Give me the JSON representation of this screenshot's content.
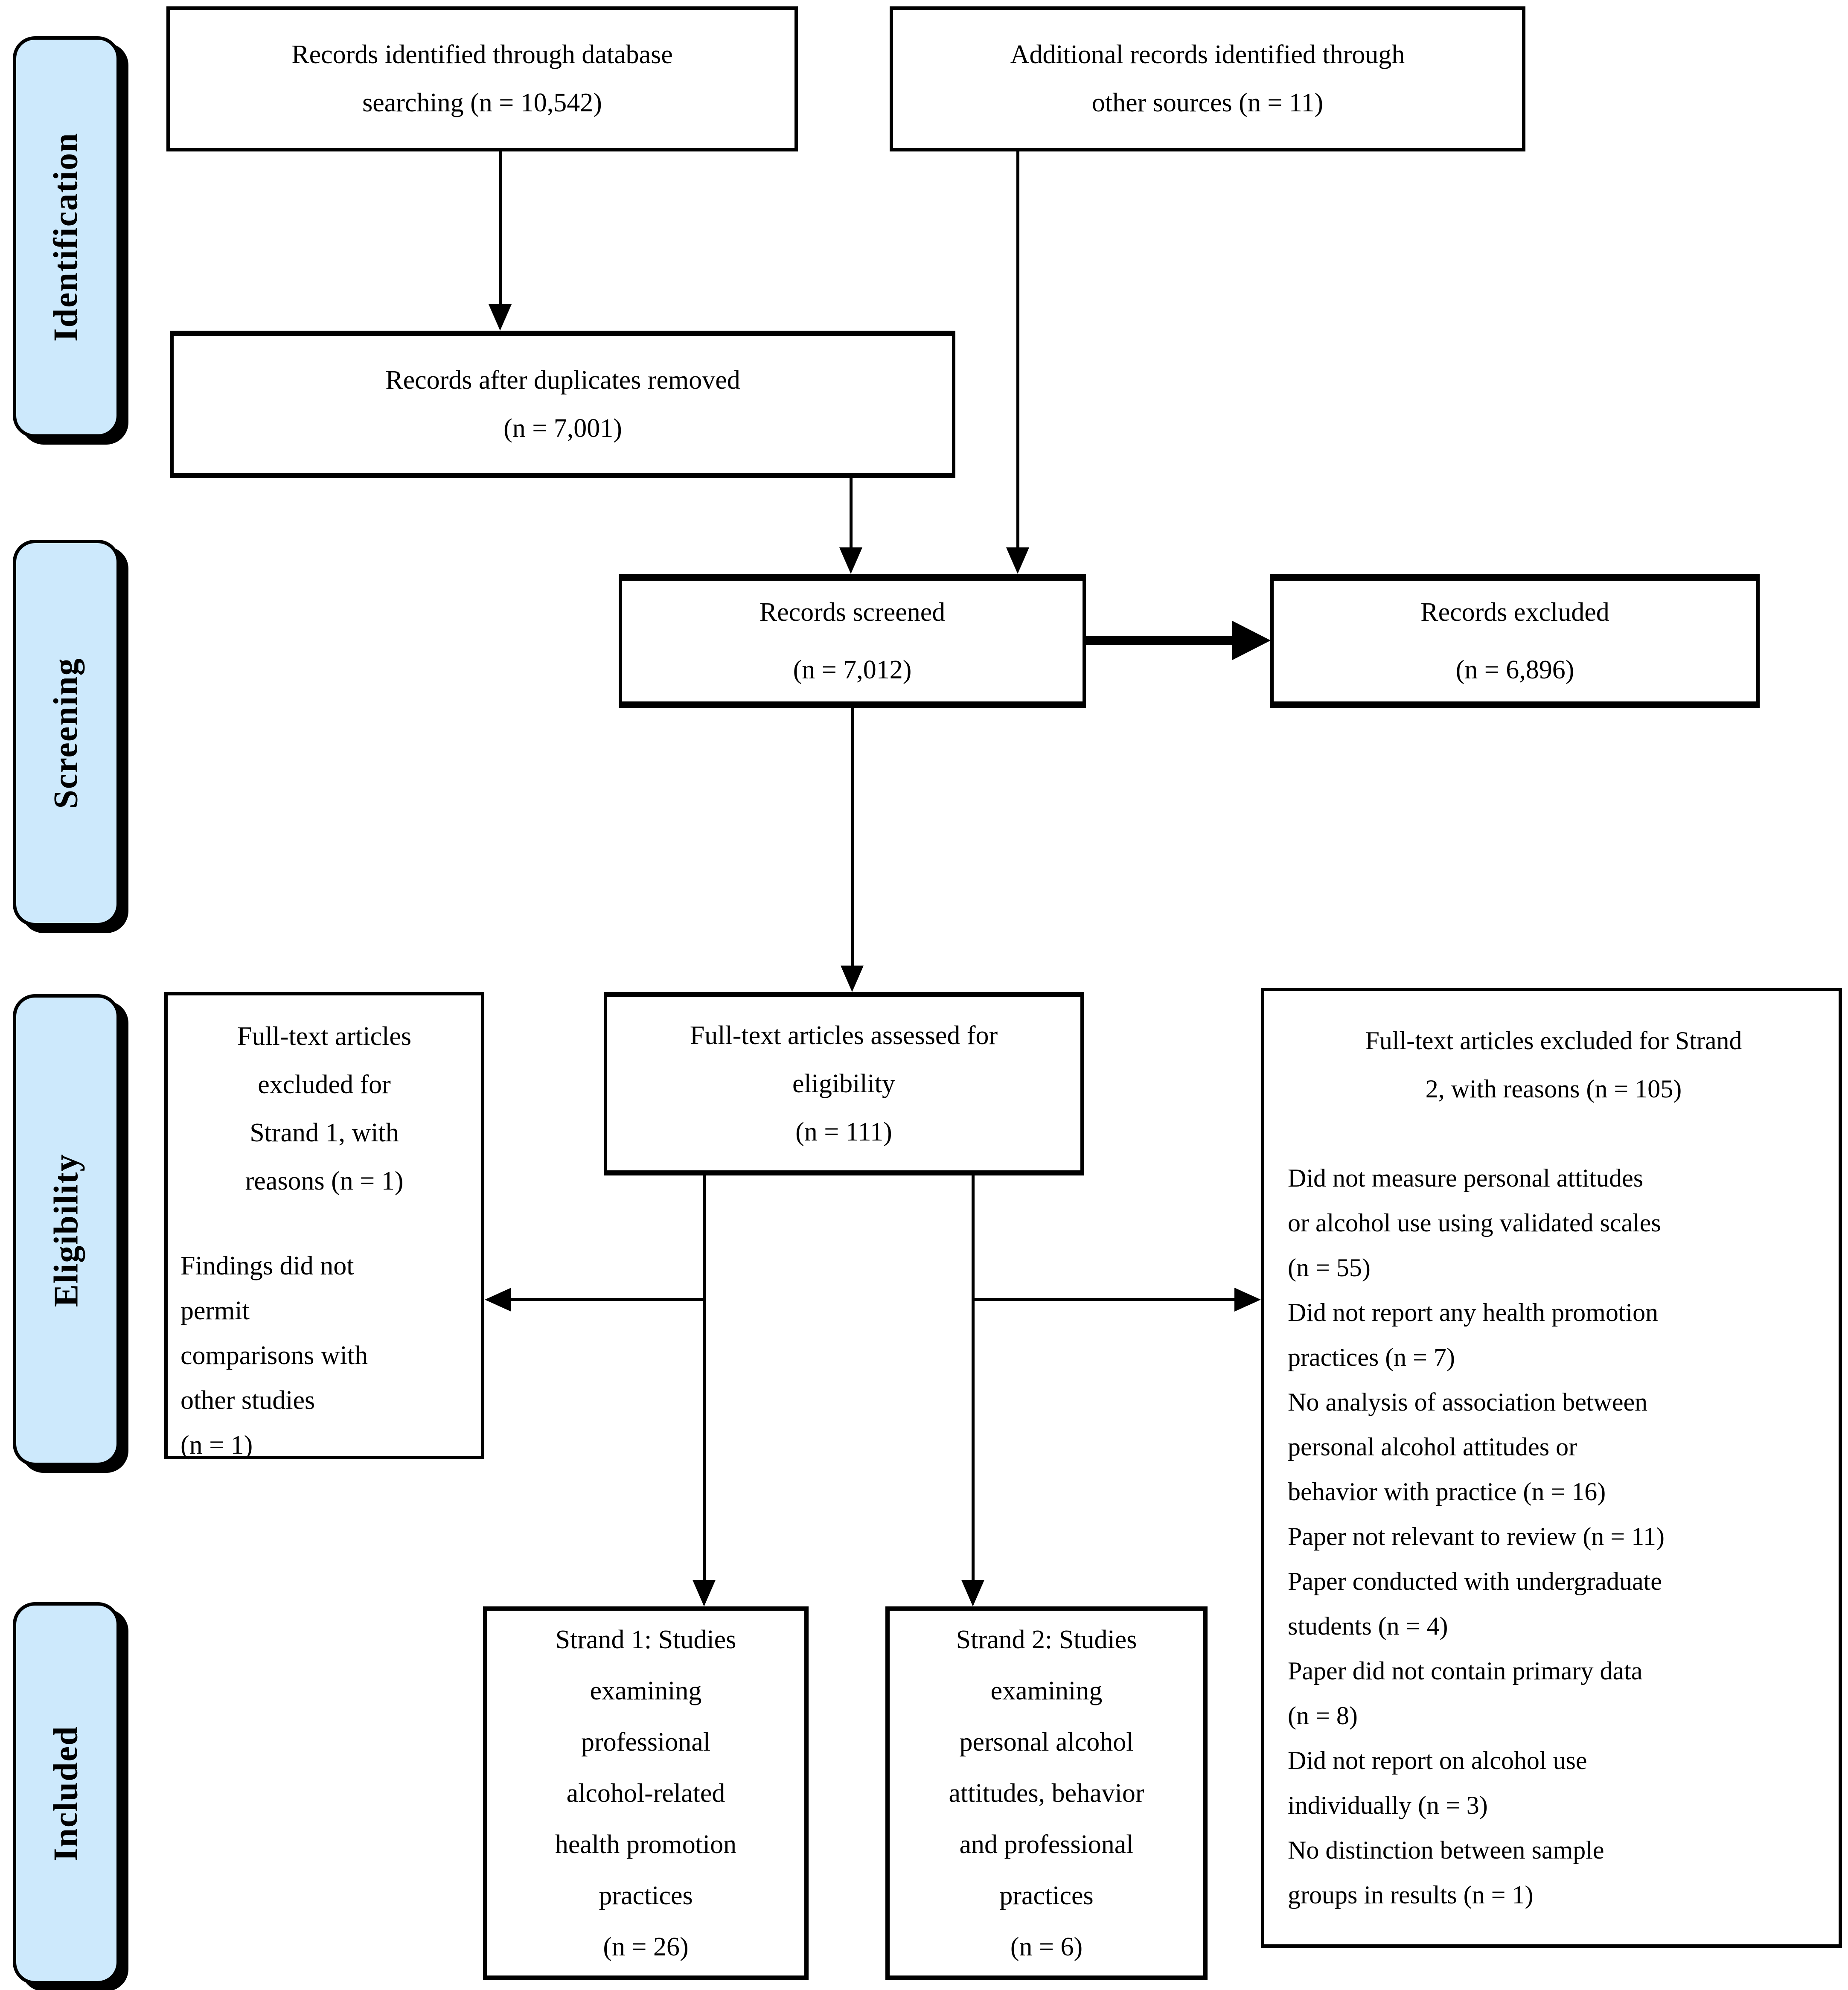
{
  "diagram_type": "PRISMA flow diagram",
  "colors": {
    "stage_fill": "#cde9fc",
    "box_fill": "#ffffff",
    "line_color": "#000000"
  },
  "stages": {
    "identification": "Identification",
    "screening": "Screening",
    "eligibility": "Eligibility",
    "included": "Included"
  },
  "boxes": {
    "records_identified": {
      "lines": [
        "Records identified through database",
        "searching (n = 10,542)"
      ]
    },
    "additional_records": {
      "lines": [
        "Additional records identified through",
        "other sources (n = 11)"
      ]
    },
    "duplicates_removed": {
      "lines": [
        "Records after duplicates removed",
        "(n = 7,001)"
      ]
    },
    "records_screened": {
      "lines": [
        "Records screened",
        "(n = 7,012)"
      ]
    },
    "records_excluded": {
      "lines": [
        "Records excluded",
        "(n = 6,896)"
      ]
    },
    "strand1_excluded": {
      "heading_lines": [
        "Full-text articles",
        "excluded for",
        "Strand 1, with",
        "reasons (n = 1)"
      ],
      "body_lines": [
        "Findings did not",
        "permit",
        "comparisons with",
        "other studies",
        "(n = 1)"
      ]
    },
    "fulltext_assessed": {
      "lines": [
        "Full-text articles assessed for",
        "eligibility",
        "(n = 111)"
      ]
    },
    "strand2_excluded": {
      "heading_lines": [
        "Full-text articles excluded for Strand",
        "2, with reasons (n = 105)"
      ],
      "body_lines": [
        "Did not measure personal attitudes",
        "or alcohol use using validated scales",
        "(n = 55)",
        "Did not report any health promotion",
        "practices (n = 7)",
        "No analysis of association between",
        "personal alcohol attitudes or",
        "behavior with practice (n = 16)",
        "Paper not relevant to review (n = 11)",
        "Paper conducted with undergraduate",
        "students (n = 4)",
        "Paper did not contain primary data",
        "(n = 8)",
        "Did not report on alcohol use",
        "individually (n = 3)",
        "No distinction between sample",
        "groups in results (n = 1)"
      ]
    },
    "strand1_included": {
      "lines": [
        "Strand 1: Studies",
        "examining",
        "professional",
        "alcohol-related",
        "health promotion",
        "practices",
        "(n = 26)"
      ]
    },
    "strand2_included": {
      "lines": [
        "Strand 2: Studies",
        "examining",
        "personal alcohol",
        "attitudes, behavior",
        "and professional",
        "practices",
        "(n = 6)"
      ]
    }
  }
}
